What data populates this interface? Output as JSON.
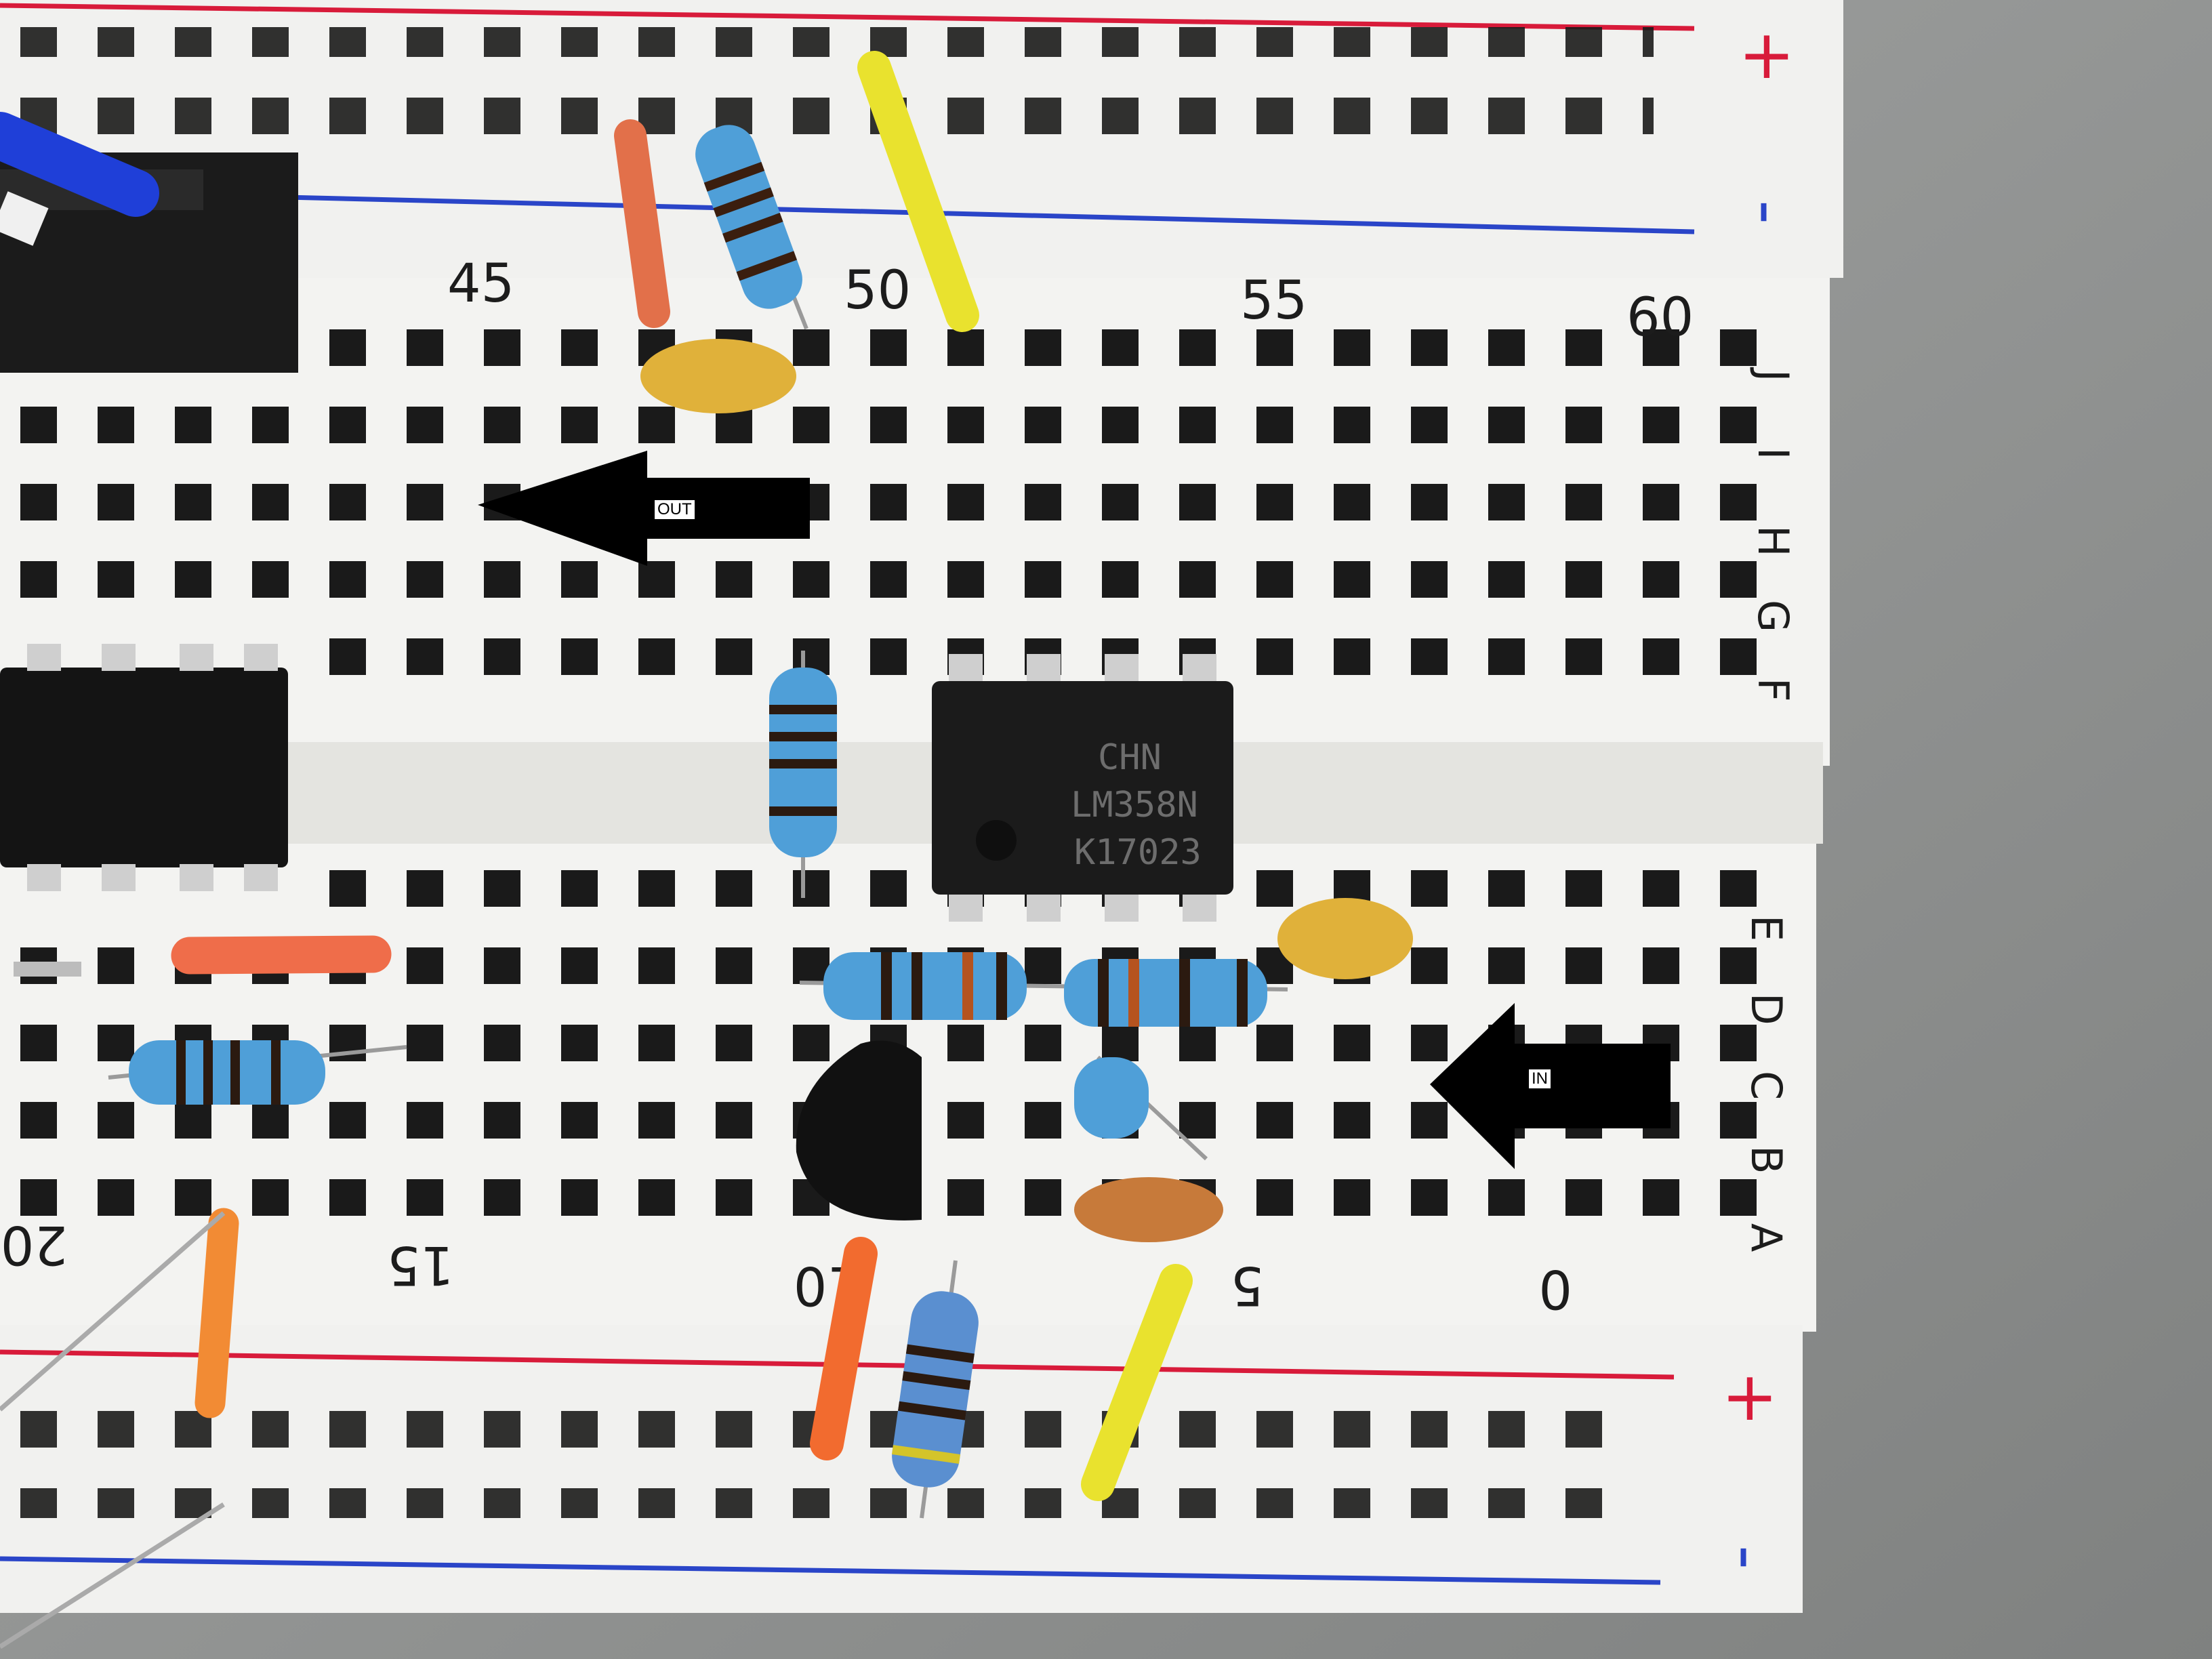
{
  "photo": {
    "subject": "breadboard-circuit",
    "colors": {
      "board": "#f2f2f0",
      "hole": "#1a1a1a",
      "rail_red": "#d81b3a",
      "rail_blue": "#2a45c8",
      "background": "#9a9c9b"
    }
  },
  "board": {
    "column_numbers_top": [
      "45",
      "50",
      "55",
      "60"
    ],
    "column_numbers_bottom": [
      "20",
      "15",
      "10",
      "5",
      "0"
    ],
    "row_letters_top": [
      "J",
      "I",
      "H",
      "G",
      "F"
    ],
    "row_letters_bottom": [
      "E",
      "D",
      "C",
      "B",
      "A"
    ],
    "rail_symbols": {
      "plus": "+",
      "minus": "-"
    }
  },
  "chip": {
    "lines": [
      "CHN",
      "LM358N",
      "K17023"
    ]
  },
  "annotations": {
    "out_label": "OUT",
    "in_label": "IN"
  }
}
